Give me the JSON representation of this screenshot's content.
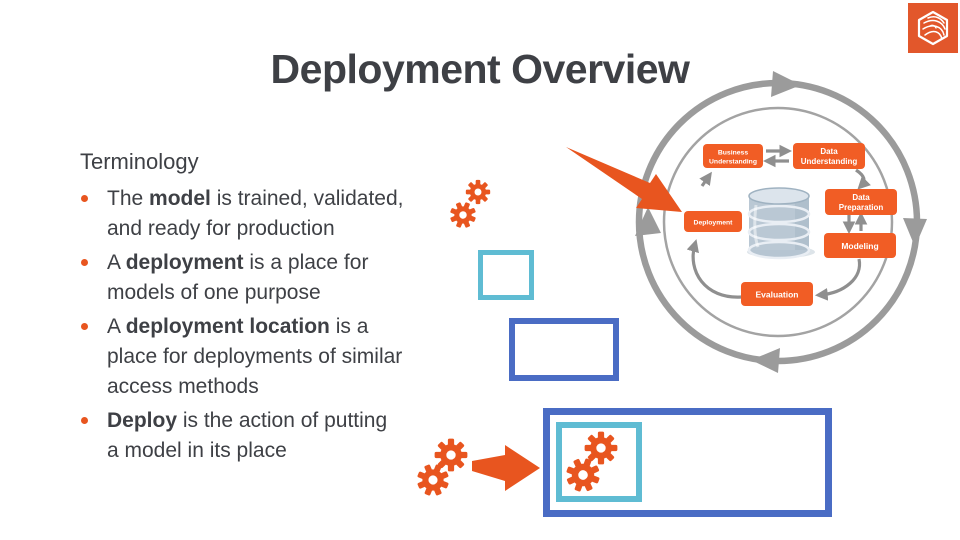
{
  "title": "Deployment Overview",
  "terminology": {
    "heading": "Terminology",
    "bullets": [
      {
        "line1": {
          "pre": "The ",
          "bold": "model",
          "post": " is trained, validated,"
        },
        "line2": "and ready for production"
      },
      {
        "line1": {
          "pre": "A ",
          "bold": "deployment",
          "post": " is a place for"
        },
        "line2": "models of one purpose"
      },
      {
        "line1": {
          "pre": "A ",
          "bold": "deployment location",
          "post": " is a"
        },
        "line2": "place for deployments of similar",
        "line3": "access methods"
      },
      {
        "line1": {
          "pre": "",
          "bold": "Deploy",
          "post": " is the action of putting"
        },
        "line2": "a model in its place"
      }
    ]
  },
  "diagram": {
    "boxes": {
      "business_understanding": {
        "line1": "Business",
        "line2": "Understanding"
      },
      "data_understanding": {
        "line1": "Data",
        "line2": "Understanding"
      },
      "data_preparation": {
        "line1": "Data",
        "line2": "Preparation"
      },
      "modeling": {
        "label": "Modeling"
      },
      "evaluation": {
        "label": "Evaluation"
      },
      "deployment": {
        "label": "Deployment"
      }
    }
  },
  "icons": [
    "hexagon-logo-icon",
    "gears-icon",
    "database-icon",
    "diagonal-arrow-icon",
    "right-arrow-icon",
    "cycle-ring-icon",
    "bullet-dot-icon"
  ],
  "colors": {
    "accent_orange": "#E8551F",
    "box_orange": "#F15D25",
    "logo_orange": "#E2572B",
    "ring_gray": "#9B9B9B",
    "connector_gray": "#8F8F8F",
    "text_dark": "#3E4045",
    "teal": "#5FBCD3",
    "blue": "#4A6CC4",
    "background": "#FFFFFF"
  }
}
